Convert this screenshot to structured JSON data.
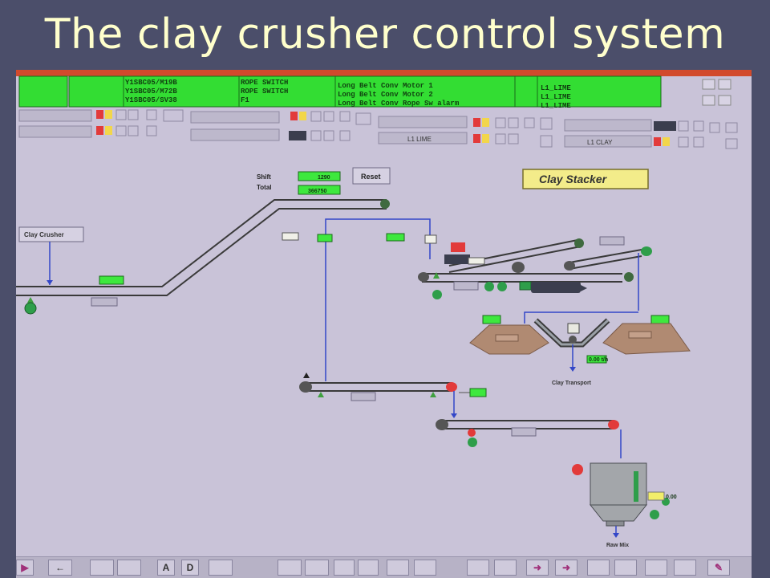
{
  "slide": {
    "title": "The clay crusher control system"
  },
  "scada": {
    "alarm_banner": {
      "tags": [
        "Y1SBC05/M19B",
        "Y1SBC05/M72B",
        "Y1SBC05/SV38"
      ],
      "switches": [
        "ROPE SWITCH",
        "ROPE SWITCH",
        "F1"
      ],
      "messages": [
        "Long Belt Conv Motor 1",
        "Long Belt Conv Motor 2",
        "Long Belt Conv Rope Sw alarm"
      ],
      "areas": [
        "L1_LIME",
        "L1_LIME",
        "L1_LIME"
      ]
    },
    "status_labels": {
      "lime": "L1 LIME",
      "clay": "L1 CLAY"
    },
    "counters": {
      "shift_label": "Shift",
      "total_label": "Total",
      "shift_value": "1290",
      "total_value": "366750",
      "reset_label": "Reset"
    },
    "equipment": {
      "clay_crusher": "Clay Crusher",
      "clay_stacker": "Clay Stacker",
      "clay_transport": "Clay Transport",
      "raw_mix": "Raw Mix",
      "flow_rate": "0.00 t/h",
      "hopper_value": "0.00"
    },
    "toolbar": {
      "a_label": "A",
      "d_label": "D"
    }
  }
}
